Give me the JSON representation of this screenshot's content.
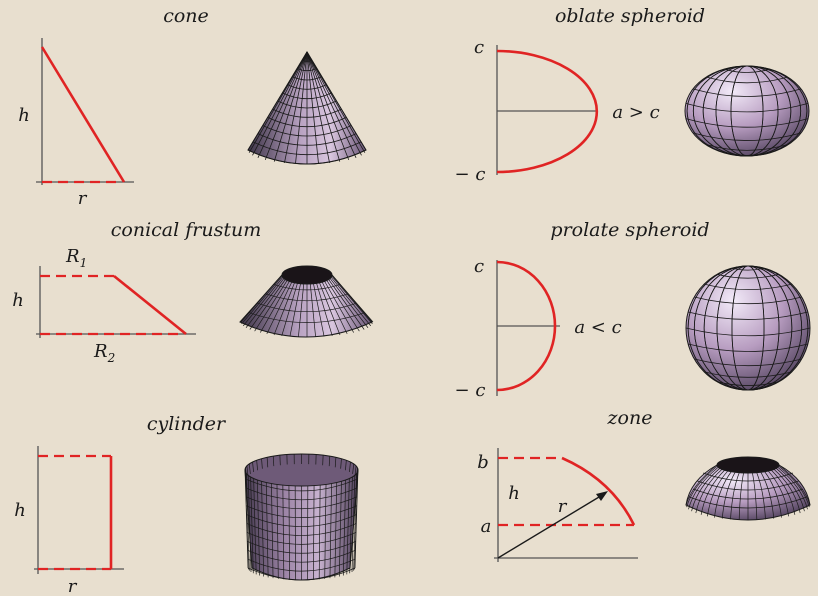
{
  "panels": {
    "cone": {
      "title": "cone",
      "h": "h",
      "r": "r"
    },
    "oblate": {
      "title": "oblate spheroid",
      "c_top": "c",
      "c_bottom": "− c",
      "relation": "a > c"
    },
    "frustum": {
      "title": "conical frustum",
      "R1": "R",
      "R1_sub": "1",
      "R2": "R",
      "R2_sub": "2",
      "h": "h"
    },
    "prolate": {
      "title": "prolate spheroid",
      "c_top": "c",
      "c_bottom": "− c",
      "relation": "a < c"
    },
    "cylinder": {
      "title": "cylinder",
      "h": "h",
      "r": "r"
    },
    "zone": {
      "title": "zone",
      "b": "b",
      "a": "a",
      "h": "h",
      "r": "r"
    }
  },
  "colors": {
    "background": "#e8dfcf",
    "accent_red": "#e02424",
    "surface_light": "#f2eaf8",
    "surface_mid": "#b79cc0",
    "surface_dark": "#5c4a68"
  }
}
